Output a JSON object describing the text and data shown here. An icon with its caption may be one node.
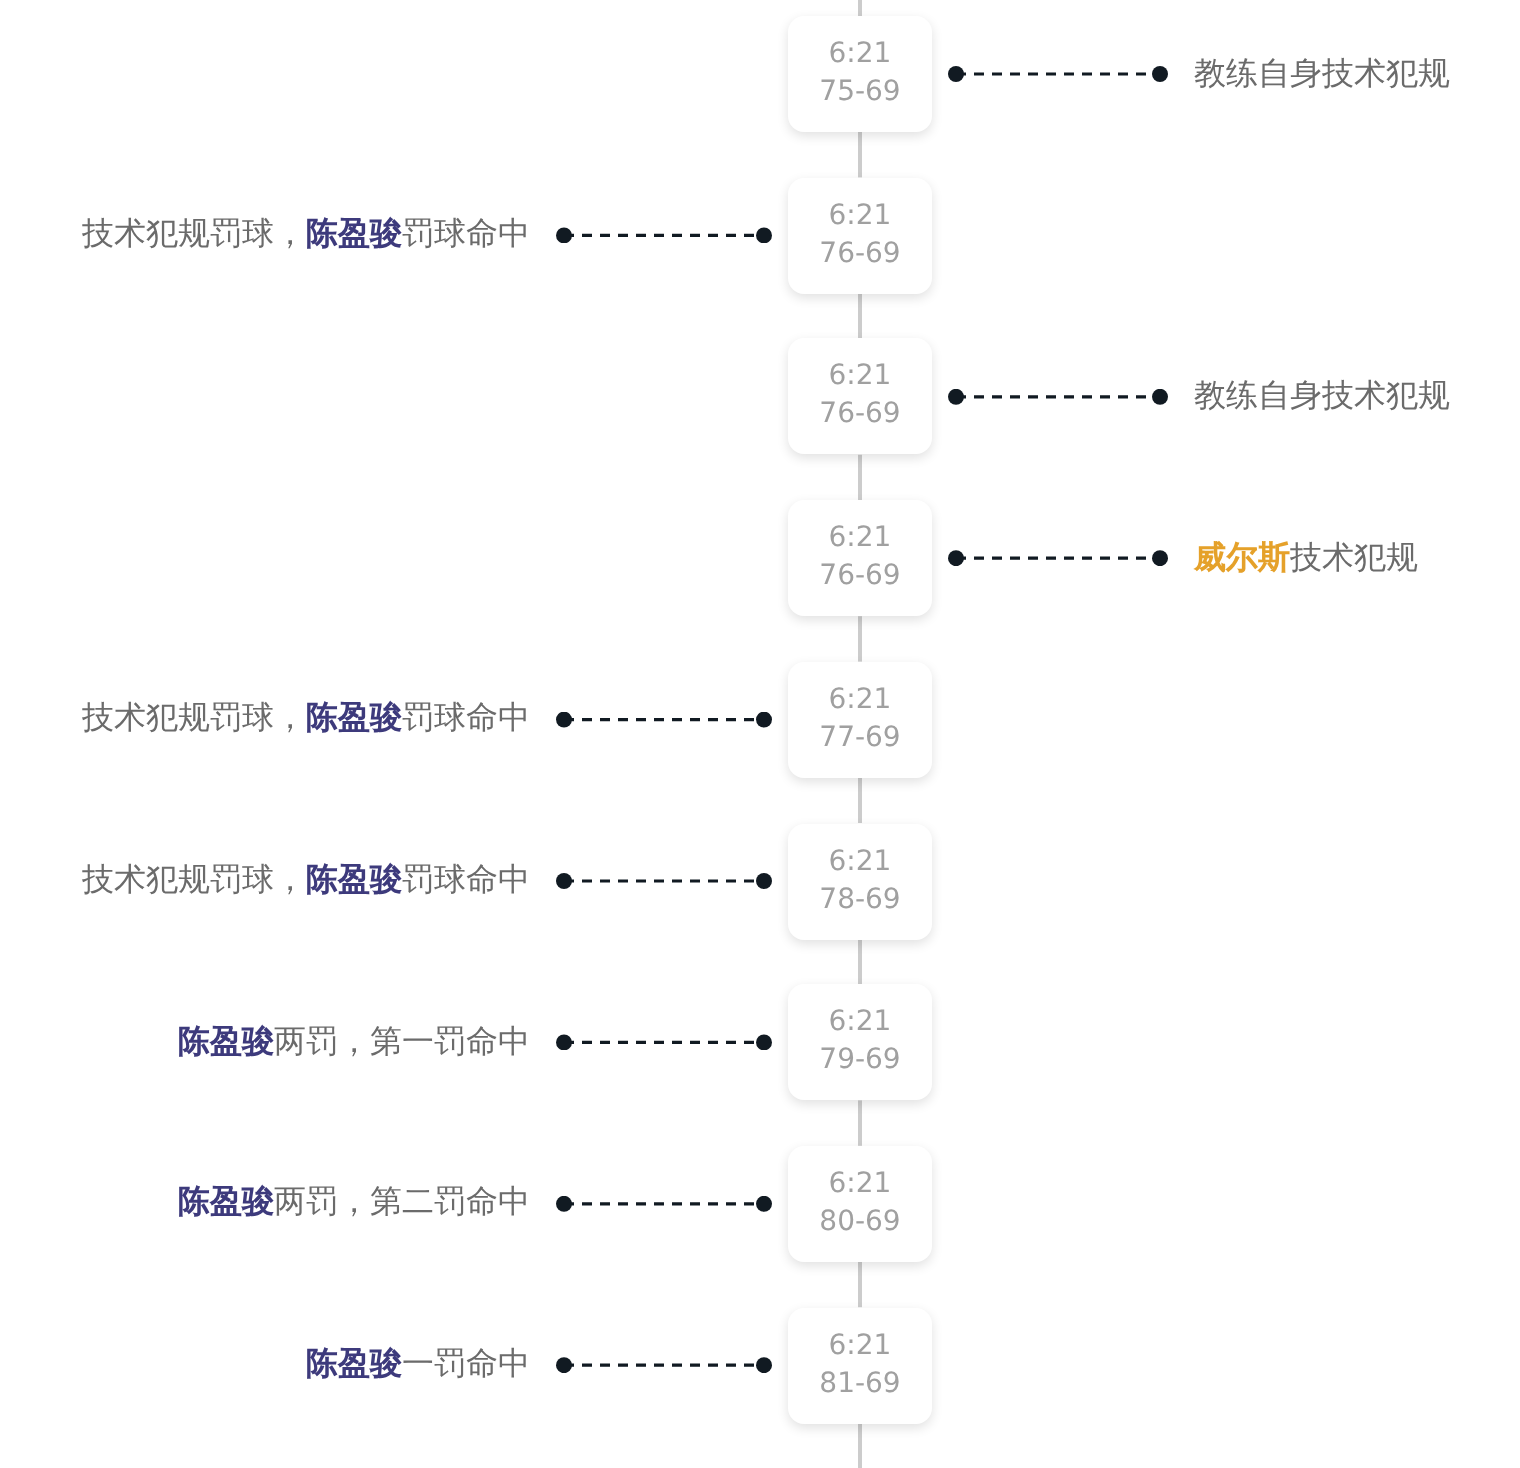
{
  "diagram": {
    "nodes": [
      {
        "text": [
          "6:21",
          "75-69"
        ]
      },
      {
        "text": [
          "教练自身技术犯规"
        ]
      },
      {
        "text": [
          "技术犯规罚球，**陈盈骏**罚球命中"
        ]
      },
      {
        "text": [
          "6:21",
          "76-69"
        ]
      },
      {
        "text": [
          "6:21",
          "76-69"
        ]
      },
      {
        "text": [
          "教练自身技术犯规"
        ]
      },
      {
        "text": [
          "6:21",
          "76-69"
        ]
      },
      {
        "text": [
          "**威尔斯**技术犯规"
        ]
      },
      {
        "text": [
          "技术犯规罚球，**陈盈骏**罚球命中"
        ]
      },
      {
        "text": [
          "6:21",
          "77-69"
        ]
      },
      {
        "text": [
          "技术犯规罚球，**陈盈骏**罚球命中"
        ]
      },
      {
        "text": [
          "6:21",
          "78-69"
        ]
      },
      {
        "text": [
          "**陈盈骏**两罚，第一罚命中"
        ]
      },
      {
        "text": [
          "6:21",
          "79-69"
        ]
      },
      {
        "text": [
          "**陈盈骏**两罚，第二罚命中"
        ]
      },
      {
        "text": [
          "6:21",
          "80-69"
        ]
      },
      {
        "text": [
          "**陈盈骏**一罚命中"
        ]
      },
      {
        "text": [
          "6:21",
          "81-69"
        ]
      }
    ],
    "edges": [
      {
        "from": 0,
        "to": 1,
        "arrow": "other",
        "style": "dashed"
      },
      {
        "from": 2,
        "to": 3,
        "arrow": "other",
        "style": "dashed"
      },
      {
        "from": 4,
        "to": 5,
        "arrow": "other",
        "style": "dashed"
      },
      {
        "from": 6,
        "to": 7,
        "arrow": "other",
        "style": "dashed"
      },
      {
        "from": 8,
        "to": 9,
        "arrow": "other",
        "style": "dashed"
      },
      {
        "from": 10,
        "to": 11,
        "arrow": "other",
        "style": "dashed"
      },
      {
        "from": 12,
        "to": 13,
        "arrow": "other",
        "style": "dashed"
      },
      {
        "from": 14,
        "to": 15,
        "arrow": "other",
        "style": "dashed"
      },
      {
        "from": 16,
        "to": 17,
        "arrow": "other",
        "style": "dashed"
      },
      {
        "from": 0,
        "to": 3,
        "arrow": "none",
        "color": "#cccccc"
      },
      {
        "from": 3,
        "to": 4,
        "arrow": "none",
        "color": "#cccccc"
      },
      {
        "from": 4,
        "to": 6,
        "arrow": "none",
        "color": "#cccccc"
      },
      {
        "from": 6,
        "to": 9,
        "arrow": "none",
        "color": "#cccccc"
      },
      {
        "from": 9,
        "to": 11,
        "arrow": "none",
        "color": "#cccccc"
      },
      {
        "from": 11,
        "to": 13,
        "arrow": "none",
        "color": "#cccccc"
      },
      {
        "from": 13,
        "to": 15,
        "arrow": "none",
        "color": "#cccccc"
      },
      {
        "from": 15,
        "to": 17,
        "arrow": "none",
        "color": "#cccccc"
      }
    ]
  }
}
